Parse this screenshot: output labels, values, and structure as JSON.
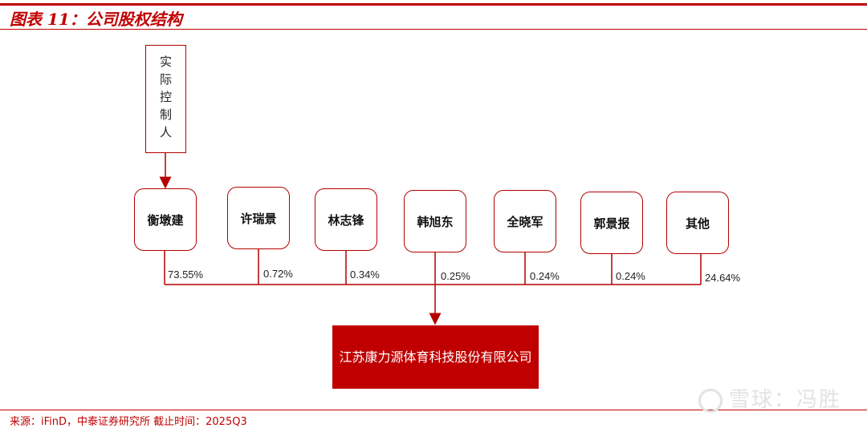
{
  "header": {
    "title": "图表 11：公司股权结构"
  },
  "controller": {
    "label": "实际控制人"
  },
  "shareholders": [
    {
      "name": "衡墩建",
      "percent": "73.55%"
    },
    {
      "name": "许瑞景",
      "percent": "0.72%"
    },
    {
      "name": "林志锋",
      "percent": "0.34%"
    },
    {
      "name": "韩旭东",
      "percent": "0.25%"
    },
    {
      "name": "全晓军",
      "percent": "0.24%"
    },
    {
      "name": "郭景报",
      "percent": "0.24%"
    },
    {
      "name": "其他",
      "percent": "24.64%"
    }
  ],
  "company": {
    "name": "江苏康力源体育科技股份有限公司"
  },
  "footer": {
    "source": "来源：iFinD，中泰证券研究所 截止时间：2025Q3"
  },
  "watermark": {
    "text": "雪球：冯胜"
  },
  "colors": {
    "accent": "#c00000"
  }
}
